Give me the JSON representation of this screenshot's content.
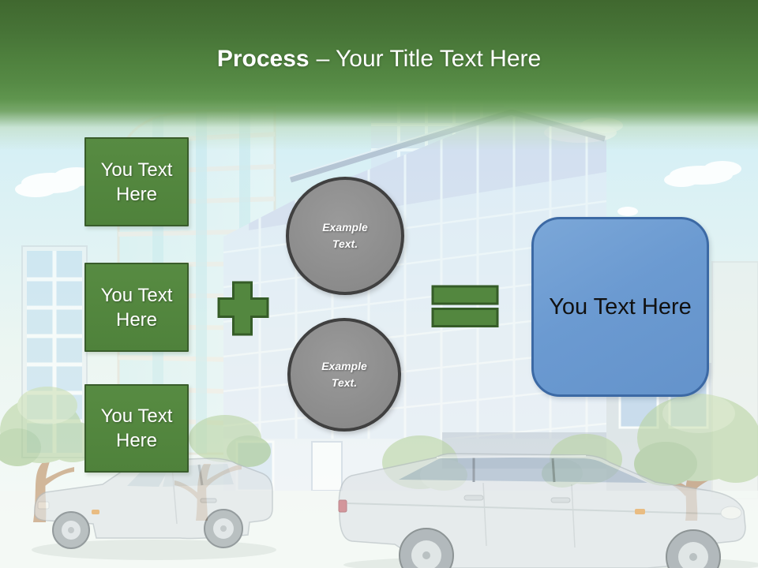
{
  "slide": {
    "title": {
      "bold": "Process",
      "rest": "– Your Title Text Here"
    },
    "left_boxes": [
      {
        "label": "You Text\nHere"
      },
      {
        "label": "You Text\nHere"
      },
      {
        "label": "You Text\nHere"
      }
    ],
    "circles": [
      {
        "label": "Example\nText."
      },
      {
        "label": "Example\nText."
      }
    ],
    "result_box": {
      "label": "You Text Here"
    },
    "operators": {
      "plus": "plus-sign",
      "equals": "equals-sign"
    },
    "colors": {
      "header_green_dark": "#40682f",
      "header_green_light": "#5f954e",
      "box_green_fill": "#53873f",
      "box_green_border": "#395c2b",
      "circle_gray_fill": "#909090",
      "circle_border": "#404040",
      "result_blue_fill": "#6b9ad1",
      "result_blue_border": "#3c69a4",
      "title_text": "#ffffff",
      "sky_blue": "#d6eff5"
    },
    "background_scene": "cartoon glass office buildings, trees, two silver cars"
  }
}
